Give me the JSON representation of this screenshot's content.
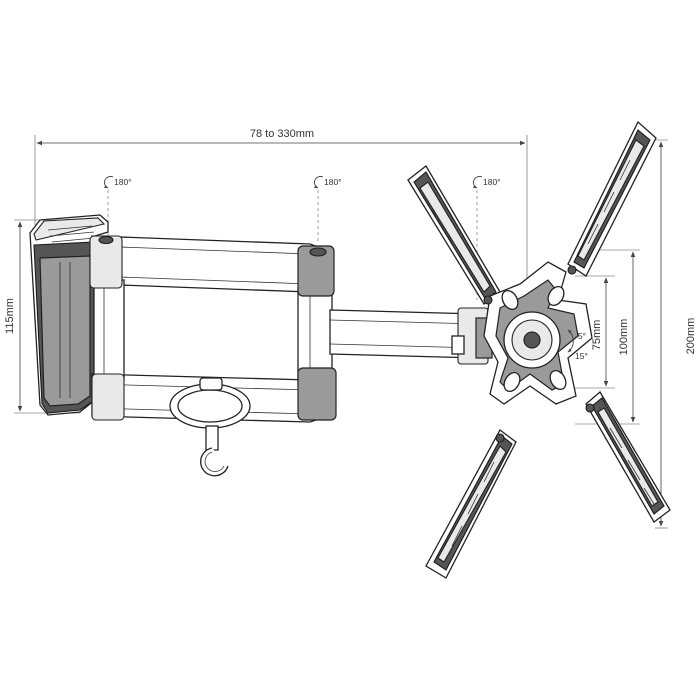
{
  "dimensions": {
    "width_range": "78 to 330mm",
    "height_wall": "115mm",
    "vesa_75": "75mm",
    "vesa_100": "100mm",
    "vesa_200": "200mm"
  },
  "rotation": {
    "joint1": "180°",
    "joint2": "180°",
    "joint3": "180°"
  },
  "tilt": {
    "up": "-5°",
    "down": "15°"
  },
  "colors": {
    "line": "#222222",
    "fill_dark": "#555555",
    "fill_grey": "#9a9a9a",
    "fill_light": "#e9e9e9"
  }
}
